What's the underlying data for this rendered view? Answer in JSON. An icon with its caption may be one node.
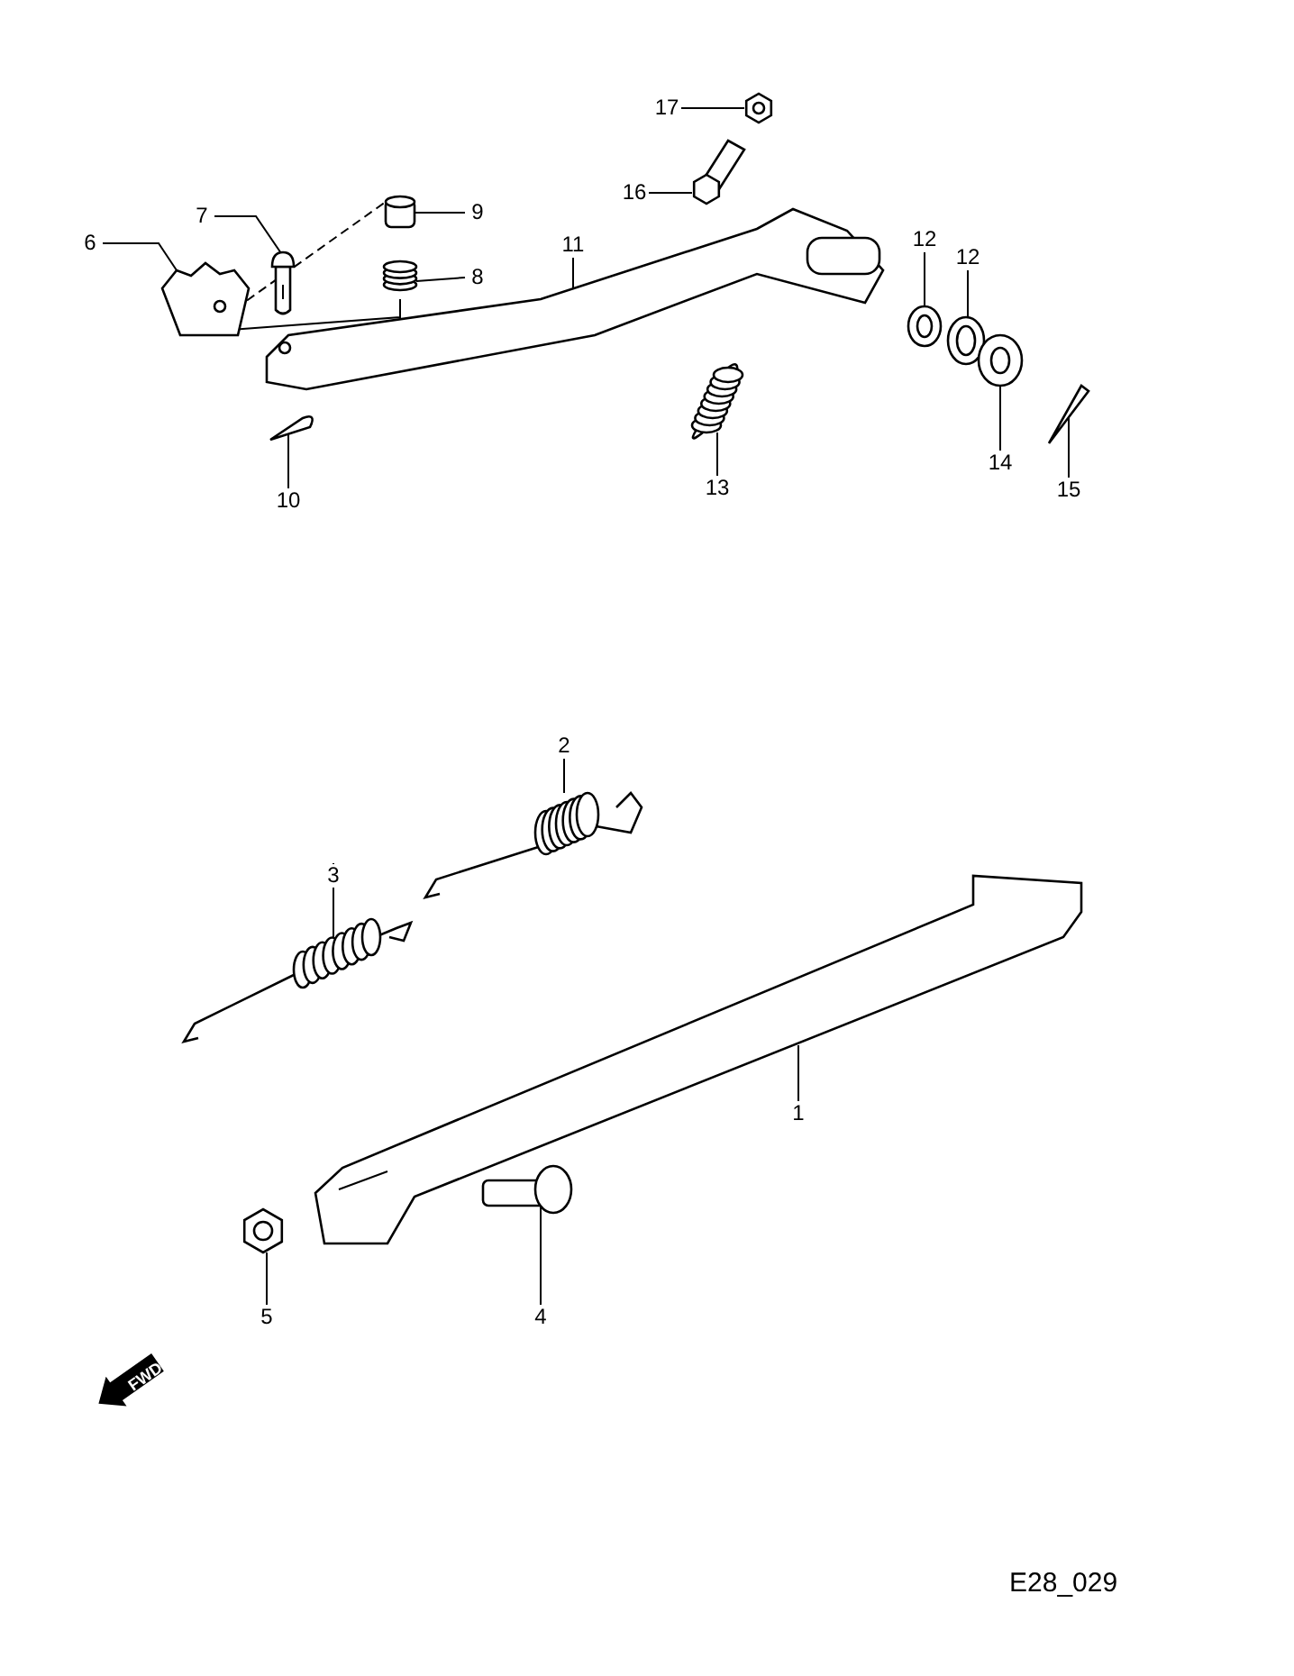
{
  "diagram": {
    "caption": "E28_029",
    "nodes": [
      {
        "text": [
          "17"
        ]
      },
      {
        "text": [
          "16"
        ]
      },
      {
        "text": [
          "7"
        ]
      },
      {
        "text": [
          "9"
        ]
      },
      {
        "text": [
          "6"
        ]
      },
      {
        "text": [
          "11"
        ]
      },
      {
        "text": [
          "8"
        ]
      },
      {
        "text": [
          "12"
        ]
      },
      {
        "text": [
          "12"
        ]
      },
      {
        "text": [
          "13"
        ]
      },
      {
        "text": [
          "14"
        ]
      },
      {
        "text": [
          "15"
        ]
      },
      {
        "text": [
          "10"
        ]
      },
      {
        "text": [
          "2"
        ]
      },
      {
        "text": [
          "3"
        ]
      },
      {
        "text": [
          "1"
        ]
      },
      {
        "text": [
          "4"
        ]
      },
      {
        "text": [
          "5"
        ]
      },
      {
        "text": [],
        "shape": "picture"
      },
      {
        "text": [],
        "shape": "picture"
      },
      {
        "text": [],
        "shape": "picture"
      },
      {
        "text": [],
        "shape": "picture"
      },
      {
        "text": [],
        "shape": "picture"
      },
      {
        "text": [],
        "shape": "picture"
      },
      {
        "text": [],
        "shape": "picture"
      },
      {
        "text": [],
        "shape": "picture"
      },
      {
        "text": [],
        "shape": "picture"
      },
      {
        "text": [],
        "shape": "picture"
      },
      {
        "text": [],
        "shape": "picture"
      },
      {
        "text": [],
        "shape": "picture"
      },
      {
        "text": [],
        "shape": "picture"
      },
      {
        "text": [],
        "shape": "picture"
      },
      {
        "text": [],
        "shape": "picture"
      },
      {
        "text": [],
        "shape": "picture"
      },
      {
        "text": [],
        "shape": "picture"
      },
      {
        "text": [],
        "shape": "picture"
      }
    ],
    "edges": [
      {
        "from": 0,
        "to": 18,
        "arrow": "none"
      },
      {
        "from": 1,
        "to": 19,
        "arrow": "none"
      },
      {
        "from": 2,
        "to": 20,
        "arrow": "none"
      },
      {
        "from": 3,
        "to": 21,
        "arrow": "none"
      },
      {
        "from": 4,
        "to": 22,
        "arrow": "none"
      },
      {
        "from": 5,
        "to": 23,
        "arrow": "none"
      },
      {
        "from": 6,
        "to": 24,
        "arrow": "none"
      },
      {
        "from": 7,
        "to": 25,
        "arrow": "none"
      },
      {
        "from": 8,
        "to": 26,
        "arrow": "none"
      },
      {
        "from": 9,
        "to": 27,
        "arrow": "none"
      },
      {
        "from": 10,
        "to": 28,
        "arrow": "none"
      },
      {
        "from": 11,
        "to": 29,
        "arrow": "none"
      },
      {
        "from": 12,
        "to": 30,
        "arrow": "none"
      },
      {
        "from": 13,
        "to": 31,
        "arrow": "none"
      },
      {
        "from": 14,
        "to": 32,
        "arrow": "none"
      },
      {
        "from": 15,
        "to": 33,
        "arrow": "none"
      },
      {
        "from": 16,
        "to": 34,
        "arrow": "none"
      },
      {
        "from": 17,
        "to": 35,
        "arrow": "none"
      },
      {
        "from": 24,
        "to": 22,
        "arrow": "none"
      },
      {
        "from": 22,
        "to": 21,
        "arrow": "none",
        "style": "dashed"
      }
    ],
    "labels": [
      "FWD"
    ]
  }
}
